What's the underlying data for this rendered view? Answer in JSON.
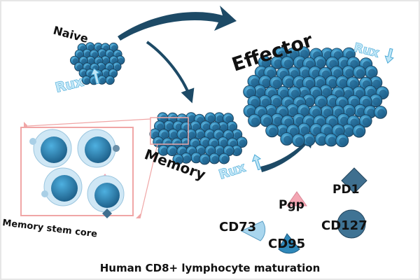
{
  "labels": {
    "naive": "Naive",
    "effector": "Effector",
    "memory": "Memory",
    "memory_stem_core": "Memory stem core",
    "rux": "Rux",
    "caption": "Human CD8+ lymphocyte maturation"
  },
  "markers": {
    "pd1": "PD1",
    "pgp": "Pgp",
    "cd73": "CD73",
    "cd127": "CD127",
    "cd95": "CD95"
  },
  "colors": {
    "cell_dark": "#1f4f72",
    "cell_mid": "#2f88b9",
    "cell_light": "#5fb3dc",
    "arrow": "#1d4a66",
    "rux_fill": "#bfe6f7",
    "rux_stroke": "#4aa9d6",
    "zoom_box": "#f0a6a6",
    "pgp_triangle": "#f4a6b3",
    "pd1_diamond": "#3f6f8f",
    "cd127_circle": "#3f7394",
    "cd73_wedge": "#a9d6ee",
    "cd95_wedge": "#2f88b9"
  },
  "icons": {
    "rux_up": "arrow-up-icon",
    "rux_down": "arrow-down-icon"
  }
}
